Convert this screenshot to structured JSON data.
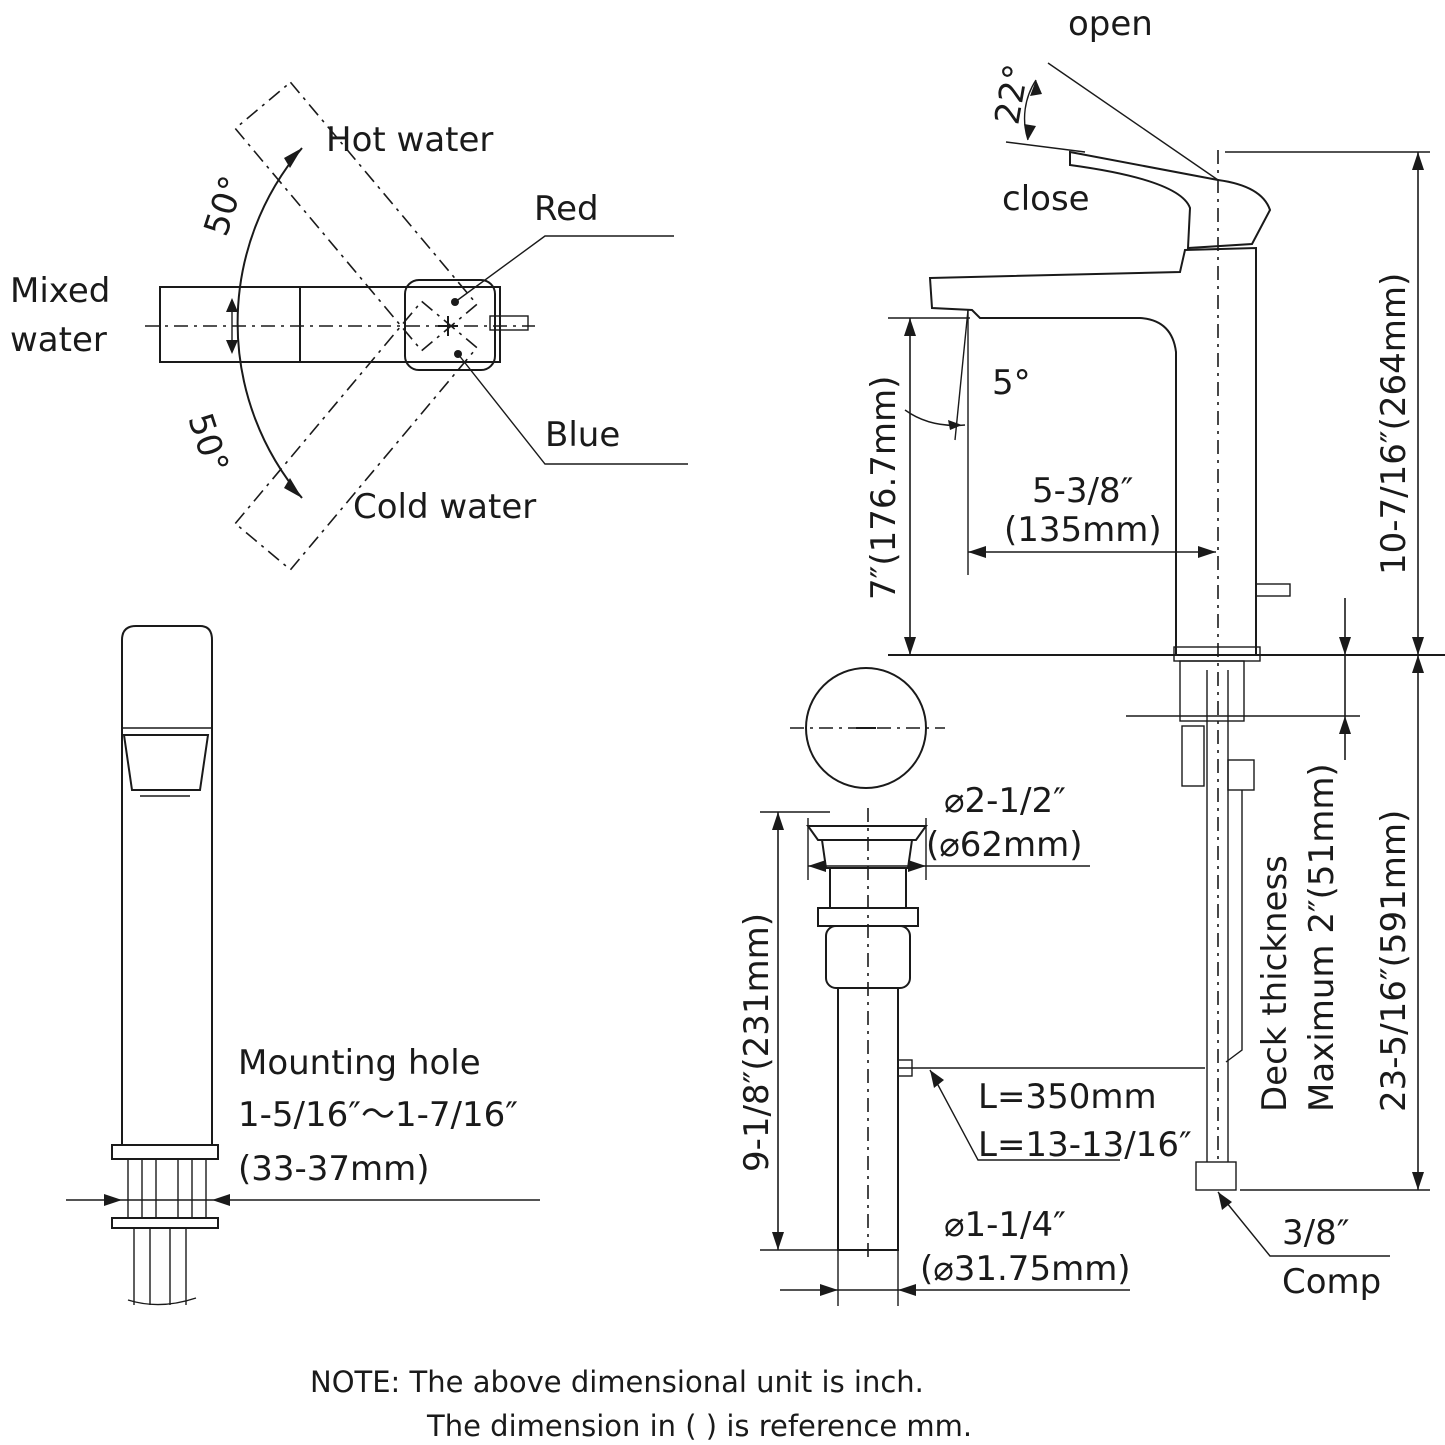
{
  "handle_view": {
    "hot_water": "Hot water",
    "red": "Red",
    "mixed_line1": "Mixed",
    "mixed_line2": "water",
    "blue": "Blue",
    "cold_water": "Cold water",
    "angle_top": "50°",
    "angle_bottom": "50°"
  },
  "side_view": {
    "open": "open",
    "close": "close",
    "open_angle": "22°",
    "spout_angle": "5°",
    "reach_in": "5-3/8″",
    "reach_mm": "(135mm)",
    "spout_height": "7″(176.7mm)",
    "overall_height": "10-7/16″(264mm)",
    "supply_length": "23-5/16″(591mm)",
    "deck_line1": "Deck thickness",
    "deck_line2": "Maximum 2″(51mm)"
  },
  "drain": {
    "top_dia_in": "⌀2-1/2″",
    "top_dia_mm": "(⌀62mm)",
    "height": "9-1/8″(231mm)",
    "rod_len_mm": "L=350mm",
    "rod_len_in": "L=13-13/16″",
    "tail_dia_in": "⌀1-1/4″",
    "tail_dia_mm": "(⌀31.75mm)",
    "comp_size": "3/8″",
    "comp_label": "Comp"
  },
  "front_view": {
    "mount_line1": "Mounting hole",
    "mount_line2": "1-5/16″～1-7/16″",
    "mount_line3": "(33-37mm)"
  },
  "note": {
    "line1": "NOTE: The above dimensional unit is inch.",
    "line2": "The dimension in (  ) is reference mm."
  }
}
